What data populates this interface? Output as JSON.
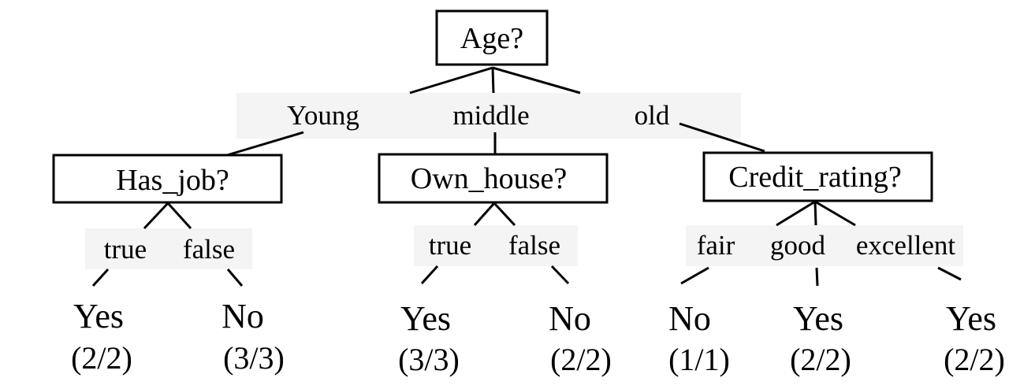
{
  "root": {
    "question": "Age?",
    "branches": [
      {
        "label": "Young",
        "node": {
          "question": "Has_job?",
          "branches": [
            {
              "label": "true",
              "leaf": {
                "class": "Yes",
                "count": "(2/2)"
              }
            },
            {
              "label": "false",
              "leaf": {
                "class": "No",
                "count": "(3/3)"
              }
            }
          ]
        }
      },
      {
        "label": "middle",
        "node": {
          "question": "Own_house?",
          "branches": [
            {
              "label": "true",
              "leaf": {
                "class": "Yes",
                "count": "(3/3)"
              }
            },
            {
              "label": "false",
              "leaf": {
                "class": "No",
                "count": "(2/2)"
              }
            }
          ]
        }
      },
      {
        "label": "old",
        "node": {
          "question": "Credit_rating?",
          "branches": [
            {
              "label": "fair",
              "leaf": {
                "class": "No",
                "count": "(1/1)"
              }
            },
            {
              "label": "good",
              "leaf": {
                "class": "Yes",
                "count": "(2/2)"
              }
            },
            {
              "label": "excellent",
              "leaf": {
                "class": "Yes",
                "count": "(2/2)"
              }
            }
          ]
        }
      }
    ]
  }
}
